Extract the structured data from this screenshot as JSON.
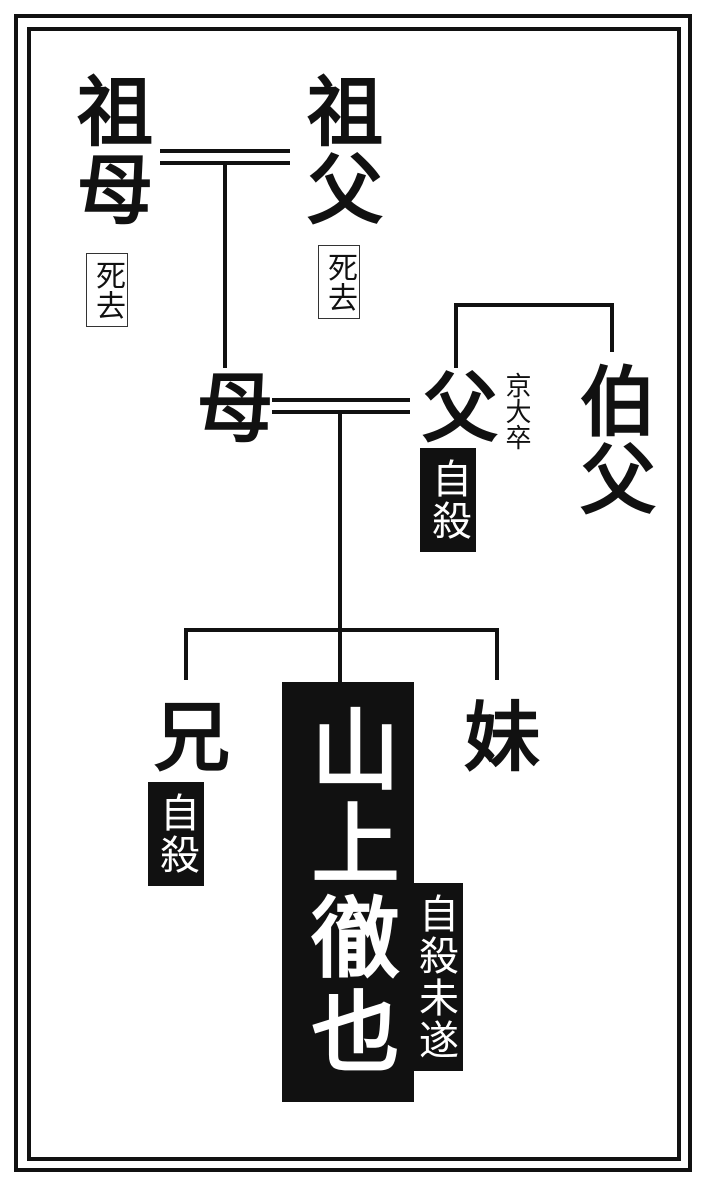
{
  "family_tree": {
    "grandmother": {
      "label": "祖母",
      "status": "死去"
    },
    "grandfather": {
      "label": "祖父",
      "status": "死去"
    },
    "mother": {
      "label": "母"
    },
    "father": {
      "label": "父",
      "note": "京大卒",
      "status": "自殺"
    },
    "uncle": {
      "label": "伯父"
    },
    "brother": {
      "label": "兄",
      "status": "自殺"
    },
    "subject": {
      "label": "山上徹也",
      "status": "自殺未遂"
    },
    "sister": {
      "label": "妹"
    }
  },
  "colors": {
    "ink": "#111111",
    "background": "#ffffff"
  }
}
